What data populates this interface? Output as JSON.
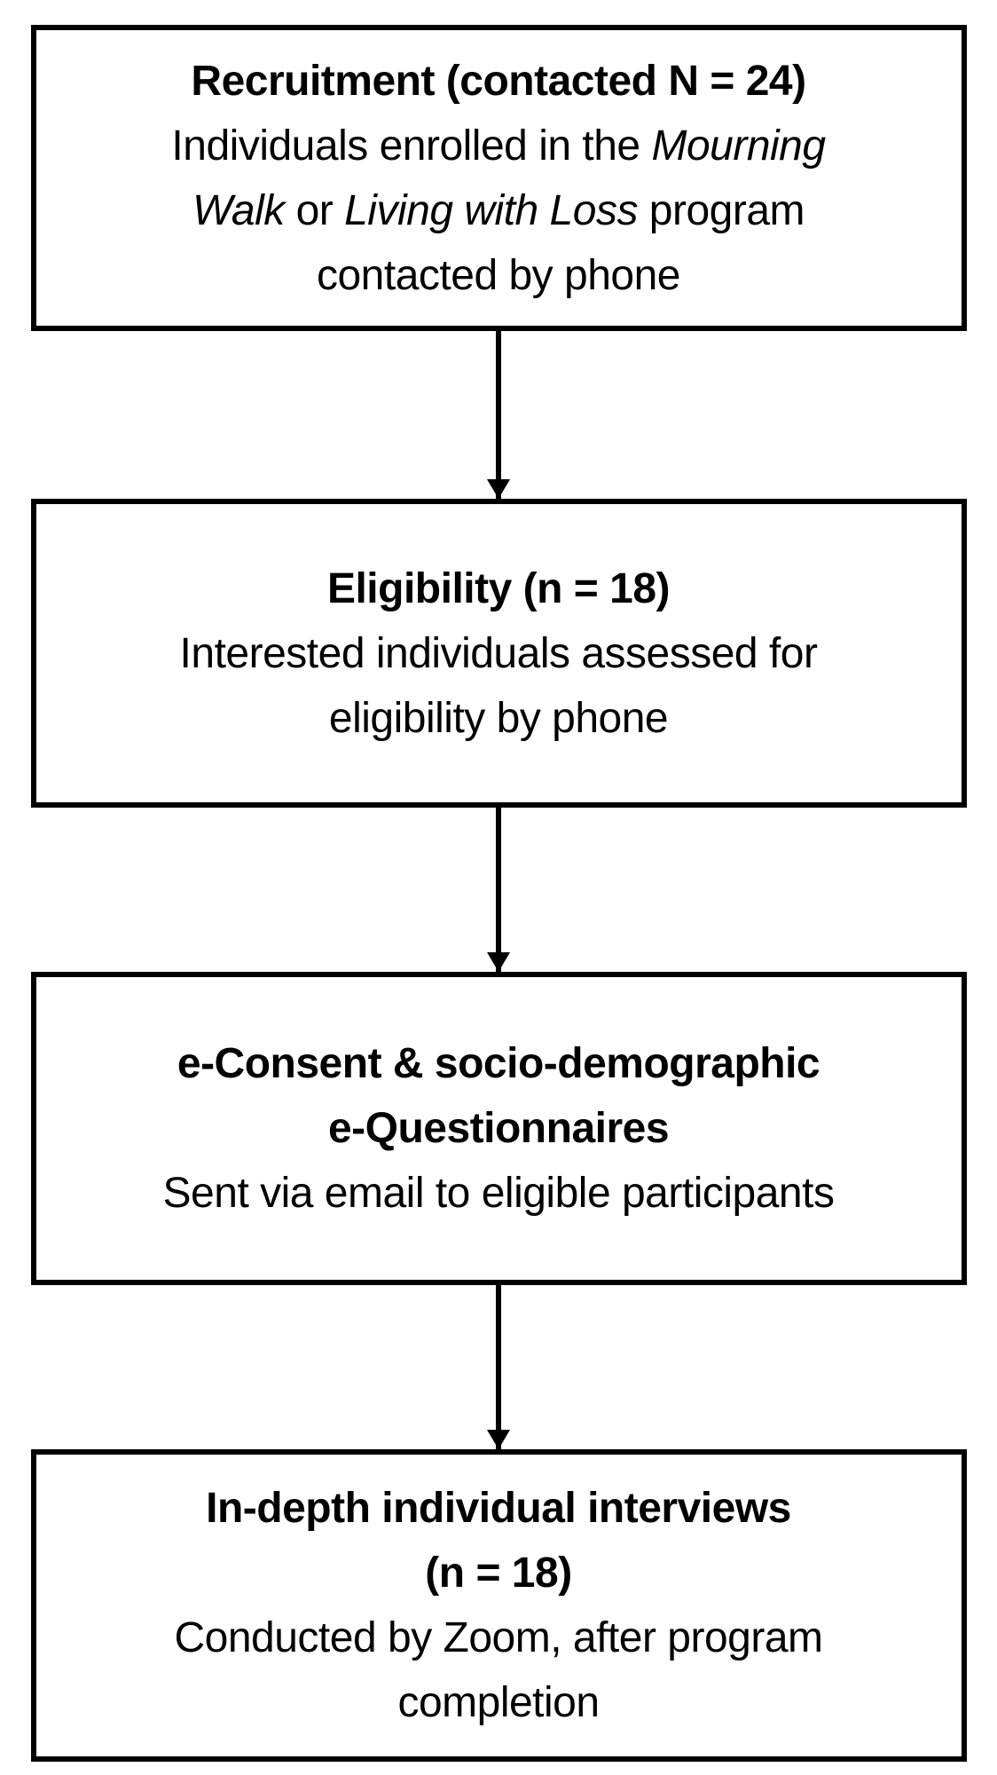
{
  "diagram": {
    "type": "flowchart",
    "colors": {
      "border": "#000000",
      "text": "#000000",
      "background": "#ffffff"
    },
    "boxes": [
      {
        "id": "recruitment",
        "title_lines": [
          "Recruitment (contacted N = 24)"
        ],
        "body_lines": [
          [
            {
              "text": "Individuals enrolled in the ",
              "italic": false
            },
            {
              "text": "Mourning",
              "italic": true
            }
          ],
          [
            {
              "text": "Walk",
              "italic": true
            },
            {
              "text": " or ",
              "italic": false
            },
            {
              "text": "Living with Loss",
              "italic": true
            },
            {
              "text": " program",
              "italic": false
            }
          ],
          [
            {
              "text": "contacted by phone",
              "italic": false
            }
          ]
        ]
      },
      {
        "id": "eligibility",
        "title_lines": [
          "Eligibility (n = 18)"
        ],
        "body_lines": [
          [
            {
              "text": "Interested individuals assessed for",
              "italic": false
            }
          ],
          [
            {
              "text": "eligibility by phone",
              "italic": false
            }
          ]
        ]
      },
      {
        "id": "e-consent-questionnaires",
        "title_lines": [
          "e-Consent & socio-demographic",
          "e-Questionnaires"
        ],
        "body_lines": [
          [
            {
              "text": "Sent via email to eligible participants",
              "italic": false
            }
          ]
        ]
      },
      {
        "id": "interviews",
        "title_lines": [
          "In-depth individual interviews",
          "(n = 18)"
        ],
        "body_lines": [
          [
            {
              "text": "Conducted by Zoom, after program",
              "italic": false
            }
          ],
          [
            {
              "text": "completion",
              "italic": false
            }
          ]
        ]
      }
    ],
    "connectors": [
      {
        "from": "recruitment",
        "to": "eligibility",
        "type": "down-arrow"
      },
      {
        "from": "eligibility",
        "to": "e-consent-questionnaires",
        "type": "down-arrow"
      },
      {
        "from": "e-consent-questionnaires",
        "to": "interviews",
        "type": "down-arrow"
      }
    ]
  }
}
